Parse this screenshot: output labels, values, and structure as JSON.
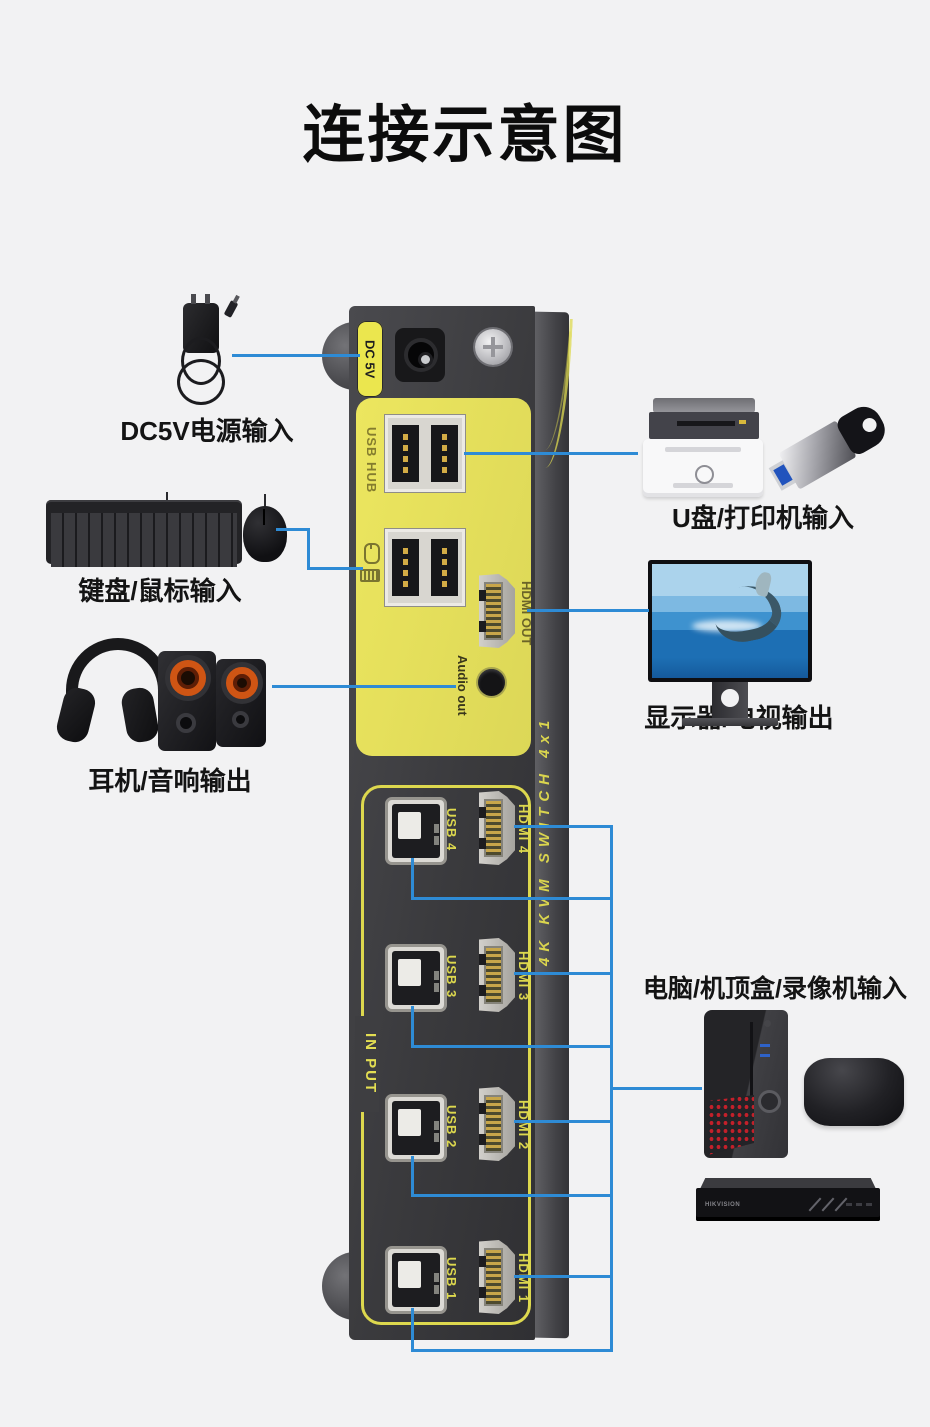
{
  "title": "连接示意图",
  "device": {
    "power_port_label": "DC 5V",
    "usb_hub_label": "USB HUB",
    "hdmi_out_label": "HDMI OUT",
    "audio_out_label": "Audio out",
    "input_section_label": "IN PUT",
    "side_branding": "4K KVM SWITCH 4x1",
    "input_ports": [
      {
        "usb": "USB 4",
        "hdmi": "HDMI 4"
      },
      {
        "usb": "USB 3",
        "hdmi": "HDMI 3"
      },
      {
        "usb": "USB 2",
        "hdmi": "HDMI 2"
      },
      {
        "usb": "USB 1",
        "hdmi": "HDMI 1"
      }
    ]
  },
  "connections": {
    "power_label": "DC5V电源输入",
    "keyboard_mouse_label": "键盘/鼠标输入",
    "headphone_speaker_label": "耳机/音响输出",
    "usb_printer_label": "U盘/打印机输入",
    "display_label": "显示器/电视输出",
    "computer_label": "电脑/机顶盒/录像机输入"
  },
  "dvr_brand": "HIKVISION",
  "colors": {
    "line_blue": "#2e8bd5",
    "panel_yellow": "#e6e160",
    "body_dark": "#3a3a3d"
  }
}
